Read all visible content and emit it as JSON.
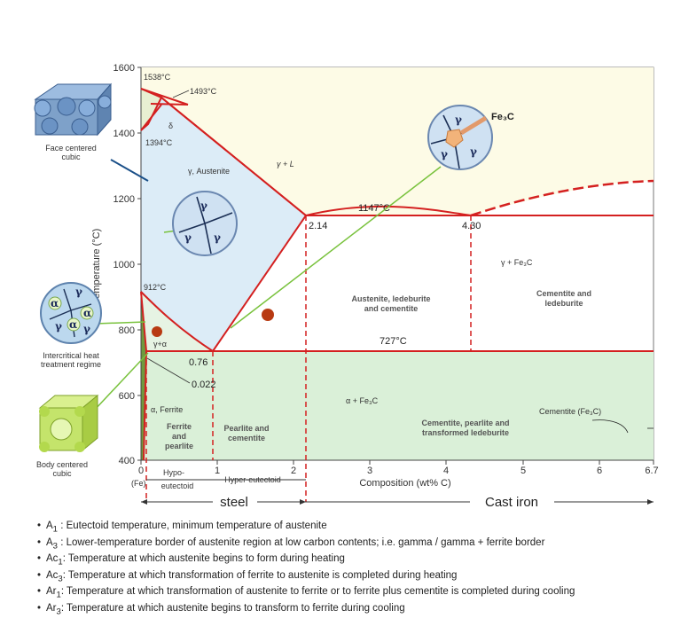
{
  "diagram": {
    "y_ticks": [
      "1600",
      "1400",
      "1200",
      "1000",
      "800",
      "600",
      "400"
    ],
    "y_label": "Temperature (°C)",
    "x_ticks": [
      "0",
      "1",
      "2",
      "3",
      "4",
      "5",
      "6",
      "6.7"
    ],
    "x_label": "Composition (wt% C)",
    "x_sub": "(Fe)",
    "points": {
      "t1538": "1538°C",
      "t1493": "1493°C",
      "t1394": "1394°C",
      "delta": "δ",
      "t1147": "1147°C",
      "c214": "2.14",
      "c430": "4.30",
      "t912": "912°C",
      "t727": "727°C",
      "c076": "0.76",
      "c0022": "0.022"
    },
    "regions": {
      "austenite": "γ, Austenite",
      "gamma_l": "γ + L",
      "gamma_fe3c": "γ + Fe₃C",
      "aust_led_cem": [
        "Austenite, ledeburite",
        "and cementite"
      ],
      "cem_led": [
        "Cementite and",
        "ledeburite"
      ],
      "alpha_fe3c": "α + Fe₃C",
      "gamma_alpha": "γ+α",
      "alpha_ferrite": "α, Ferrite",
      "ferrite_pearlite": [
        "Ferrite",
        "and",
        "pearlite"
      ],
      "pearlite_cem": [
        "Pearlite and",
        "cementite"
      ],
      "cem_pearl_led": [
        "Cementite, pearlite and",
        "transformed ledeburite"
      ],
      "cementite_fe3c": "Cementite (Fe₃C)"
    },
    "side_labels": {
      "fcc": [
        "Face centered",
        "cubic"
      ],
      "bcc": [
        "Body centered",
        "cubic"
      ],
      "intercritical": [
        "Intercritical heat",
        "treatment regime"
      ]
    },
    "bottom": {
      "hypo": [
        "Hypo-",
        "eutectoid"
      ],
      "hyper": "Hyper-eutectoid",
      "steel": "steel",
      "cast_iron": "Cast iron"
    },
    "inset_labels": {
      "gamma": "γ",
      "alpha": "α",
      "fe3c": "Fe₃C"
    },
    "colors": {
      "liquid": "#fdfbe6",
      "austenite": "#dcecf7",
      "ferrite_region": "#daf0d8",
      "line_red": "#d42020",
      "sphere": "#b83a12",
      "green_line": "#79c23d"
    }
  },
  "notes": [
    {
      "sym": "A",
      "sub": "1",
      "text": " : Eutectoid temperature, minimum temperature of austenite"
    },
    {
      "sym": "A",
      "sub": "3",
      "text": " : Lower-temperature border of austenite region at low carbon contents; i.e. gamma / gamma + ferrite border"
    },
    {
      "sym": "Ac",
      "sub": "1",
      "text": ": Temperature at which austenite begins to form during heating"
    },
    {
      "sym": "Ac",
      "sub": "3",
      "text": ": Temperature at which transformation of ferrite to austenite is completed during heating"
    },
    {
      "sym": "Ar",
      "sub": "1",
      "text": ": Temperature at which transformation of austenite to ferrite or to ferrite plus cementite is completed during cooling"
    },
    {
      "sym": "Ar",
      "sub": "3",
      "text": ": Temperature at which austenite begins to transform to ferrite during cooling"
    }
  ]
}
